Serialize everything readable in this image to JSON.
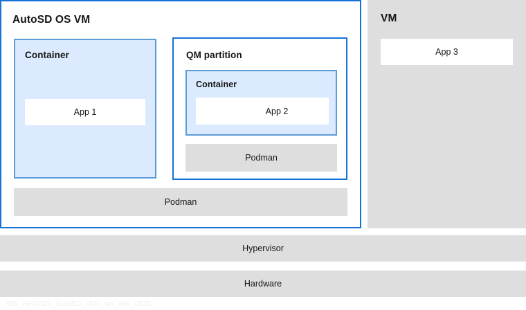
{
  "diagram": {
    "title_id": "539_RHIVOS_AutoSD_VMs_on_HW_0525",
    "colors": {
      "outer_border_blue": "#1572d6",
      "container_border_blue": "#5a9bd8",
      "container_fill_blue": "#dbeafe",
      "grey_fill": "#dedede",
      "white_fill": "#ffffff",
      "text_dark": "#151515",
      "watermark_grey": "#f1f1f1"
    }
  },
  "autosd_vm": {
    "title": "AutoSD OS VM",
    "container": {
      "title": "Container",
      "app": "App 1"
    },
    "qm_partition": {
      "title": "QM partition",
      "container": {
        "title": "Container",
        "app": "App 2"
      },
      "podman": "Podman"
    },
    "podman": "Podman"
  },
  "vm_panel": {
    "title": "VM",
    "app": "App 3"
  },
  "layers": [
    {
      "label": "Hypervisor"
    },
    {
      "label": "Hardware"
    }
  ]
}
